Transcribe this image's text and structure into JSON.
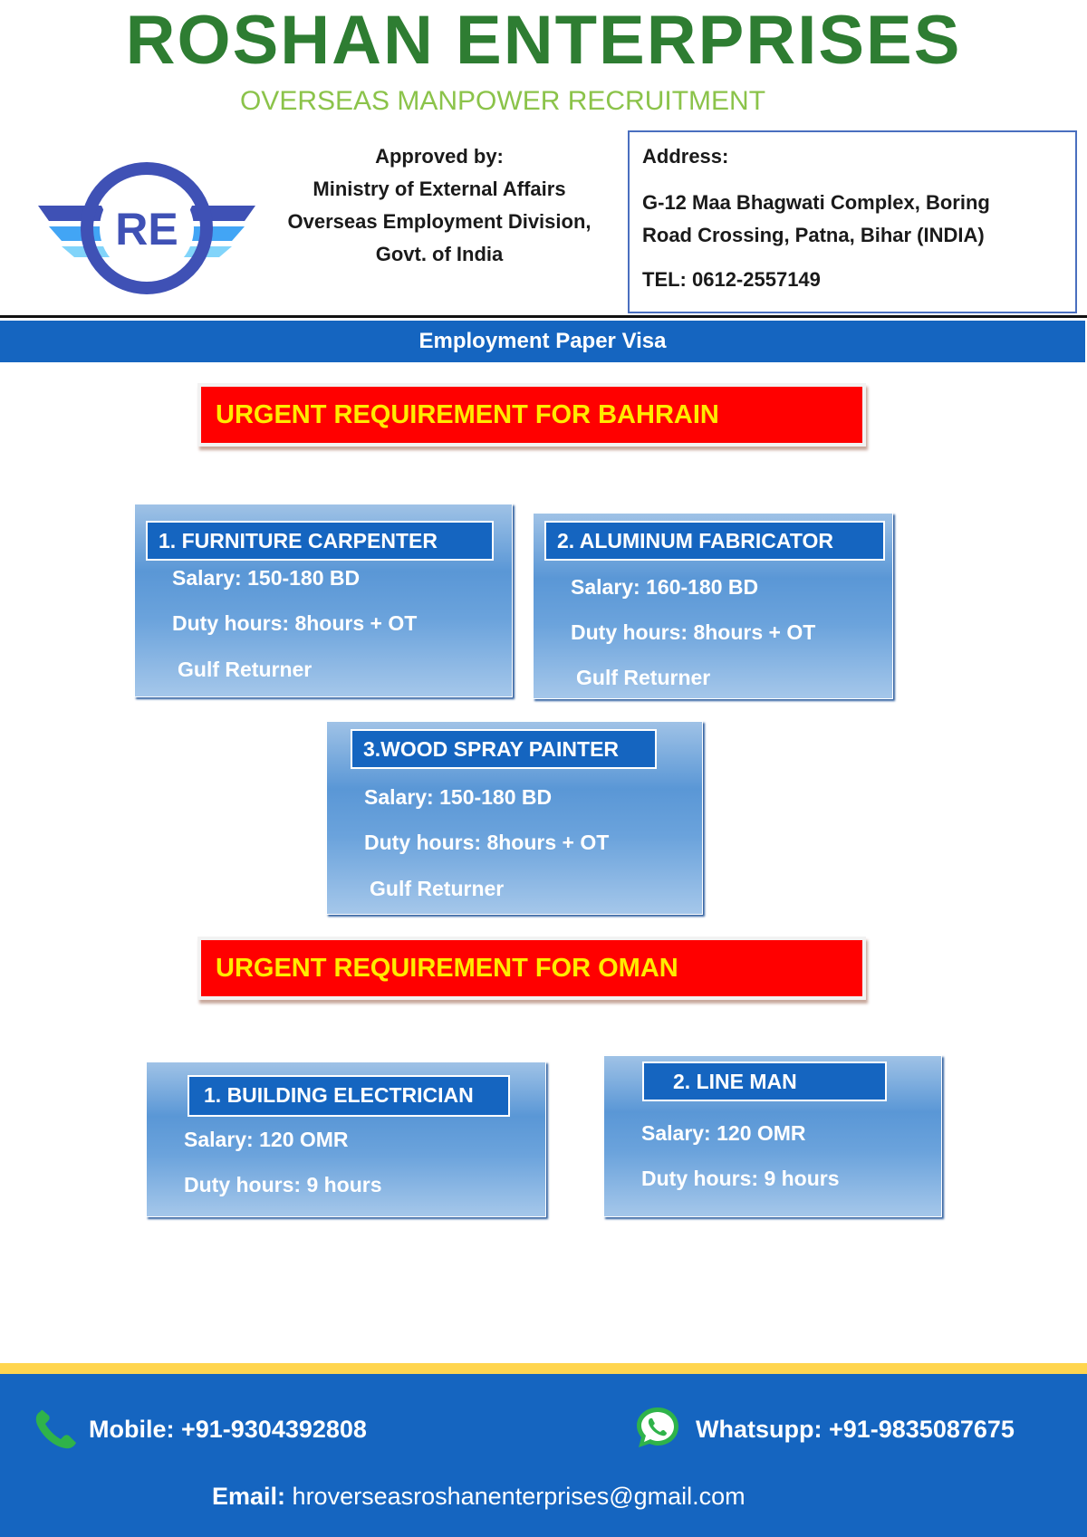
{
  "header": {
    "company_name": "ROSHAN ENTERPRISES",
    "tagline": "OVERSEAS MANPOWER RECRUITMENT",
    "logo_text": "RE",
    "approved": [
      "Approved by:",
      "Ministry of External Affairs",
      "Overseas Employment Division,",
      "Govt. of India"
    ],
    "address_label": "Address:",
    "address_lines": [
      "G-12 Maa Bhagwati Complex, Boring",
      "Road Crossing, Patna, Bihar (INDIA)"
    ],
    "tel": "TEL: 0612-2557149"
  },
  "visa_bar": "Employment Paper Visa",
  "bahrain": {
    "heading": "URGENT REQUIREMENT FOR BAHRAIN",
    "jobs": [
      {
        "title": "1. FURNITURE CARPENTER",
        "salary": "Salary: 150-180 BD",
        "duty": "Duty hours: 8hours + OT",
        "note": "Gulf Returner"
      },
      {
        "title": "2. ALUMINUM FABRICATOR",
        "salary": "Salary: 160-180 BD",
        "duty": "Duty hours: 8hours + OT",
        "note": "Gulf Returner"
      },
      {
        "title": "3.WOOD SPRAY PAINTER",
        "salary": "Salary: 150-180 BD",
        "duty": "Duty hours: 8hours + OT",
        "note": "Gulf Returner"
      }
    ]
  },
  "oman": {
    "heading": "URGENT REQUIREMENT FOR OMAN",
    "jobs": [
      {
        "title": "1. BUILDING ELECTRICIAN",
        "salary": "Salary: 120 OMR",
        "duty": "Duty hours: 9 hours"
      },
      {
        "title": "2. LINE MAN",
        "salary": "Salary: 120 OMR",
        "duty": "Duty hours: 9 hours"
      }
    ]
  },
  "footer": {
    "mobile": "Mobile: +91-9304392808",
    "whatsapp": "Whatsupp: +91-9835087675",
    "email_label": "Email:",
    "email": "hroverseasroshanenterprises@gmail.com",
    "phone_icon": "phone-icon",
    "whatsapp_icon": "whatsapp-icon"
  },
  "colors": {
    "brand_green": "#2e7d32",
    "tagline_green": "#8bc34a",
    "blue": "#1565c0",
    "urgent_red": "#ff0000",
    "urgent_yellow": "#ffeb00",
    "footer_stripe": "#ffd54f"
  }
}
